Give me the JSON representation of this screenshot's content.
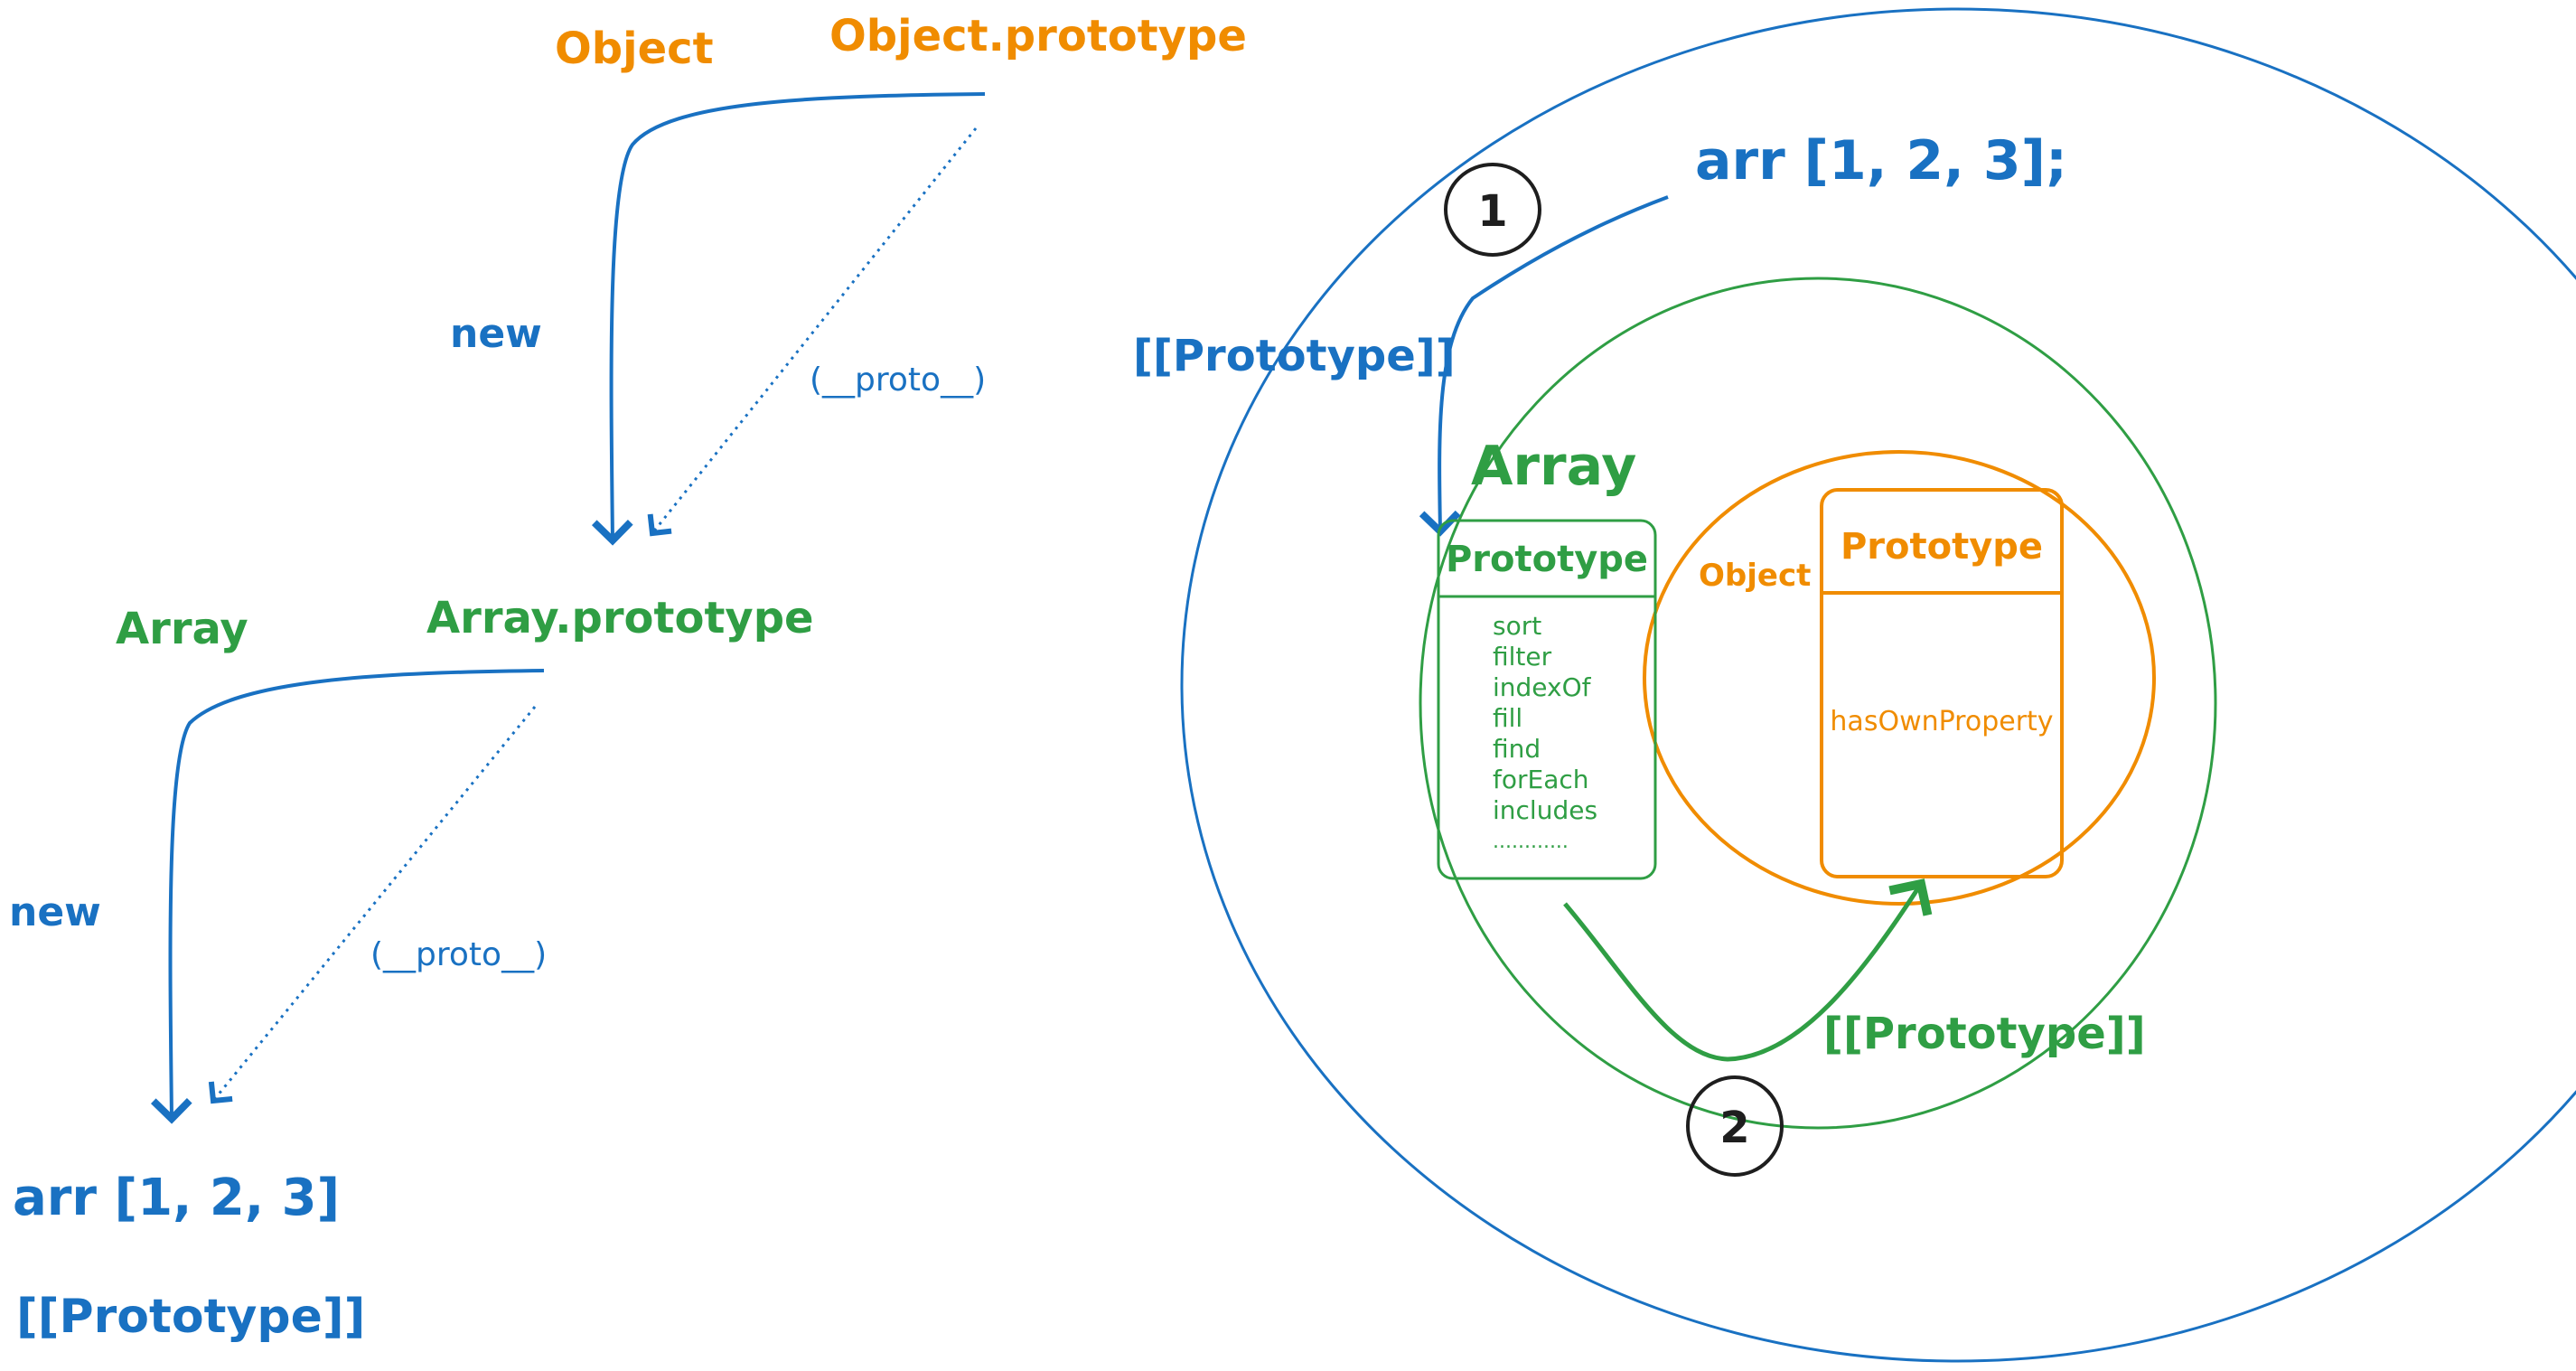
{
  "colors": {
    "blue": "#1971c2",
    "green": "#2f9e44",
    "orange": "#f08c00",
    "black": "#1e1e1e"
  },
  "left_chain": {
    "object_label": "Object",
    "object_prototype_label": "Object.prototype",
    "new_label_1": "new",
    "proto_label_1": "(__proto__)",
    "prototype_slot_top": "[[Prototype]]",
    "array_label": "Array",
    "array_prototype_label": "Array.prototype",
    "new_label_2": "new",
    "proto_label_2": "(__proto__)",
    "arr_label": "arr [1, 2, 3]",
    "prototype_slot_bottom": "[[Prototype]]"
  },
  "right_diagram": {
    "arr_label": "arr [1, 2, 3];",
    "step_1": "1",
    "step_2": "2",
    "array_label": "Array",
    "array_box_title": "Prototype",
    "array_methods": [
      "sort",
      "filter",
      "indexOf",
      "fill",
      "find",
      "forEach",
      "includes",
      "............"
    ],
    "object_label": "Object",
    "object_box_title": "Prototype",
    "object_methods": [
      "hasOwnProperty"
    ],
    "prototype_link_label": "[[Prototype]]"
  }
}
